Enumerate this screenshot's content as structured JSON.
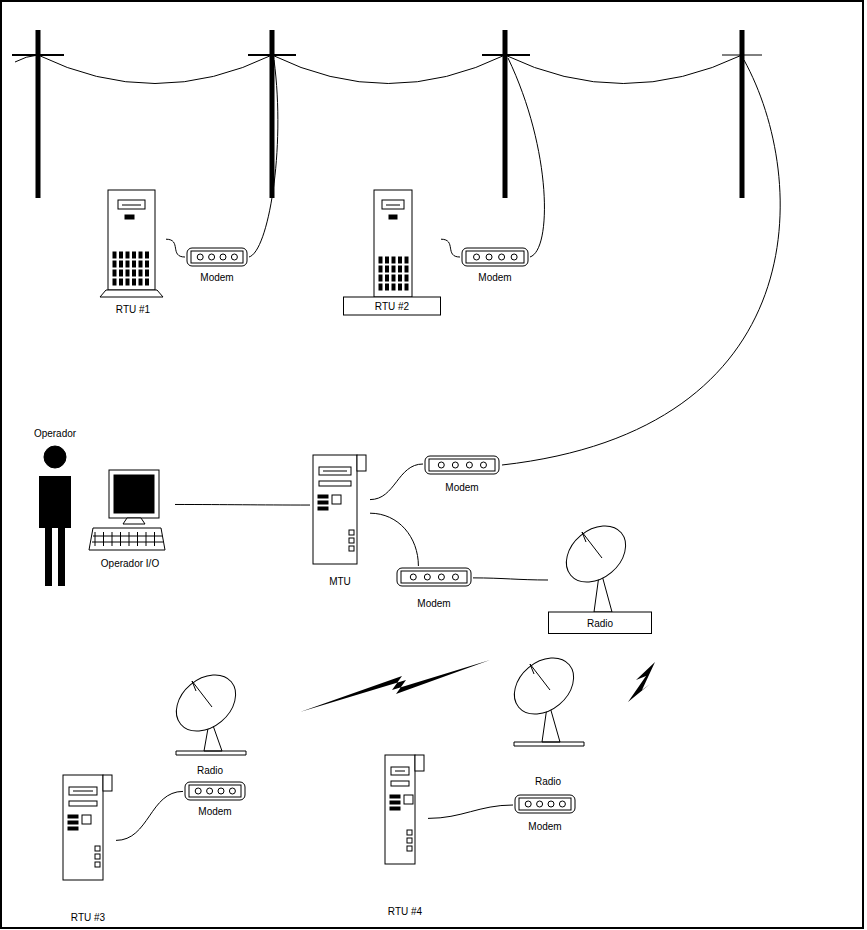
{
  "diagram": {
    "nodes": [
      {
        "text": [
          "RTU #1"
        ]
      },
      {
        "text": [
          "Modem"
        ]
      },
      {
        "text": [
          "RTU #2"
        ]
      },
      {
        "text": [
          "Modem"
        ]
      },
      {
        "text": [
          "Operador"
        ]
      },
      {
        "text": [
          "Operador I/O"
        ]
      },
      {
        "text": [
          "MTU"
        ]
      },
      {
        "text": [
          "Modem"
        ]
      },
      {
        "text": [
          "Modem"
        ]
      },
      {
        "text": [
          "Radio"
        ]
      },
      {
        "text": [
          "Radio"
        ]
      },
      {
        "text": [
          "Radio"
        ]
      },
      {
        "text": [
          "Modem"
        ]
      },
      {
        "text": [
          "Modem"
        ]
      },
      {
        "text": [
          "RTU #3"
        ]
      },
      {
        "text": [
          "RTU #4"
        ]
      }
    ],
    "edges": [
      {
        "from": 0,
        "to": 1,
        "arrow": "none"
      },
      {
        "from": 2,
        "to": 3,
        "arrow": "none"
      },
      {
        "from": 5,
        "to": 6,
        "arrow": "none"
      },
      {
        "from": 6,
        "to": 7,
        "arrow": "none"
      },
      {
        "from": 6,
        "to": 8,
        "arrow": "none"
      },
      {
        "from": 8,
        "to": 9,
        "arrow": "none"
      },
      {
        "from": 14,
        "to": 12,
        "arrow": "none"
      },
      {
        "from": 15,
        "to": 13,
        "arrow": "none"
      }
    ]
  }
}
